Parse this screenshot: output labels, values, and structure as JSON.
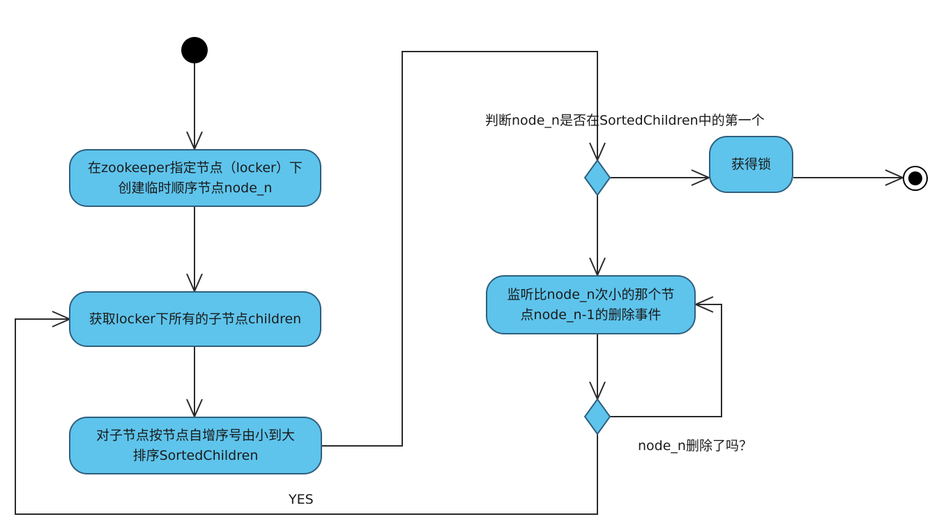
{
  "nodes": {
    "create_node": {
      "line1": "在zookeeper指定节点（locker）下",
      "line2": "创建临时顺序节点node_n"
    },
    "get_children": {
      "text": "获取locker下所有的子节点children"
    },
    "sort_children": {
      "line1": "对子节点按节点自增序号由小到大",
      "line2": "排序SortedChildren"
    },
    "acquire_lock": {
      "text": "获得锁"
    },
    "watch_prev": {
      "line1": "监听比node_n次小的那个节",
      "line2": "点node_n-1的删除事件"
    }
  },
  "labels": {
    "check_first": "判断node_n是否在SortedChildren中的第一个",
    "deleted_question": "node_n删除了吗？",
    "yes": "YES"
  },
  "colors": {
    "node_fill": "#5ec4ec",
    "node_border": "#2e5f7e",
    "line": "#2a2a2a"
  }
}
